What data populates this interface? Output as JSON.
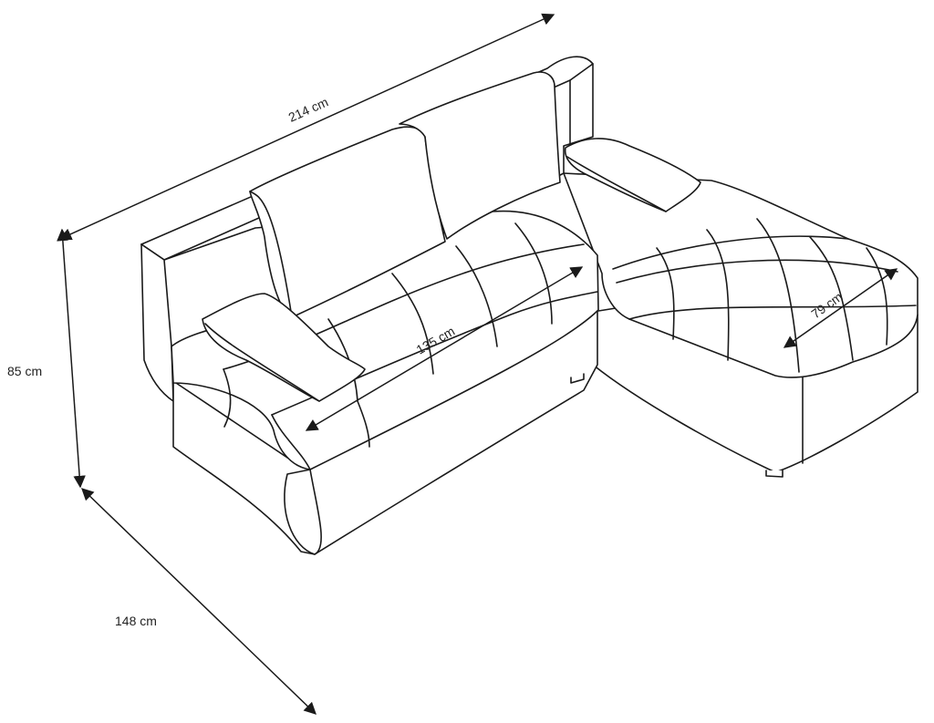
{
  "dimensions": {
    "width": "214 cm",
    "height": "85 cm",
    "depth": "148 cm",
    "seat_width": "135 cm",
    "chaise_width": "79 cm"
  },
  "colors": {
    "line": "#1a1a1a",
    "background": "#ffffff"
  }
}
